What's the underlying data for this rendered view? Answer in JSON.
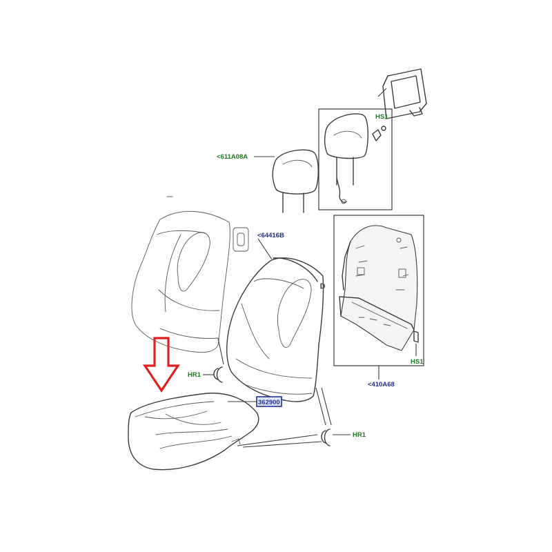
{
  "callouts": {
    "headrest": "<611A08A",
    "headrest_kit": "HS1",
    "backrest_cover": "<64416B",
    "backrest_panel": "<410A68",
    "backrest_panel_screw": "HS1",
    "ring_left": "HR1",
    "ring_right": "HR1",
    "cushion": "362900"
  },
  "colors": {
    "arrow": "#e02020",
    "green_label": "#1f7a1f",
    "blue_label": "#1f2f8f",
    "highlight_box": "#1f2f8f"
  },
  "icons": {
    "pointer": "red-down-arrow-icon",
    "switch": "seat-switch-icon"
  }
}
